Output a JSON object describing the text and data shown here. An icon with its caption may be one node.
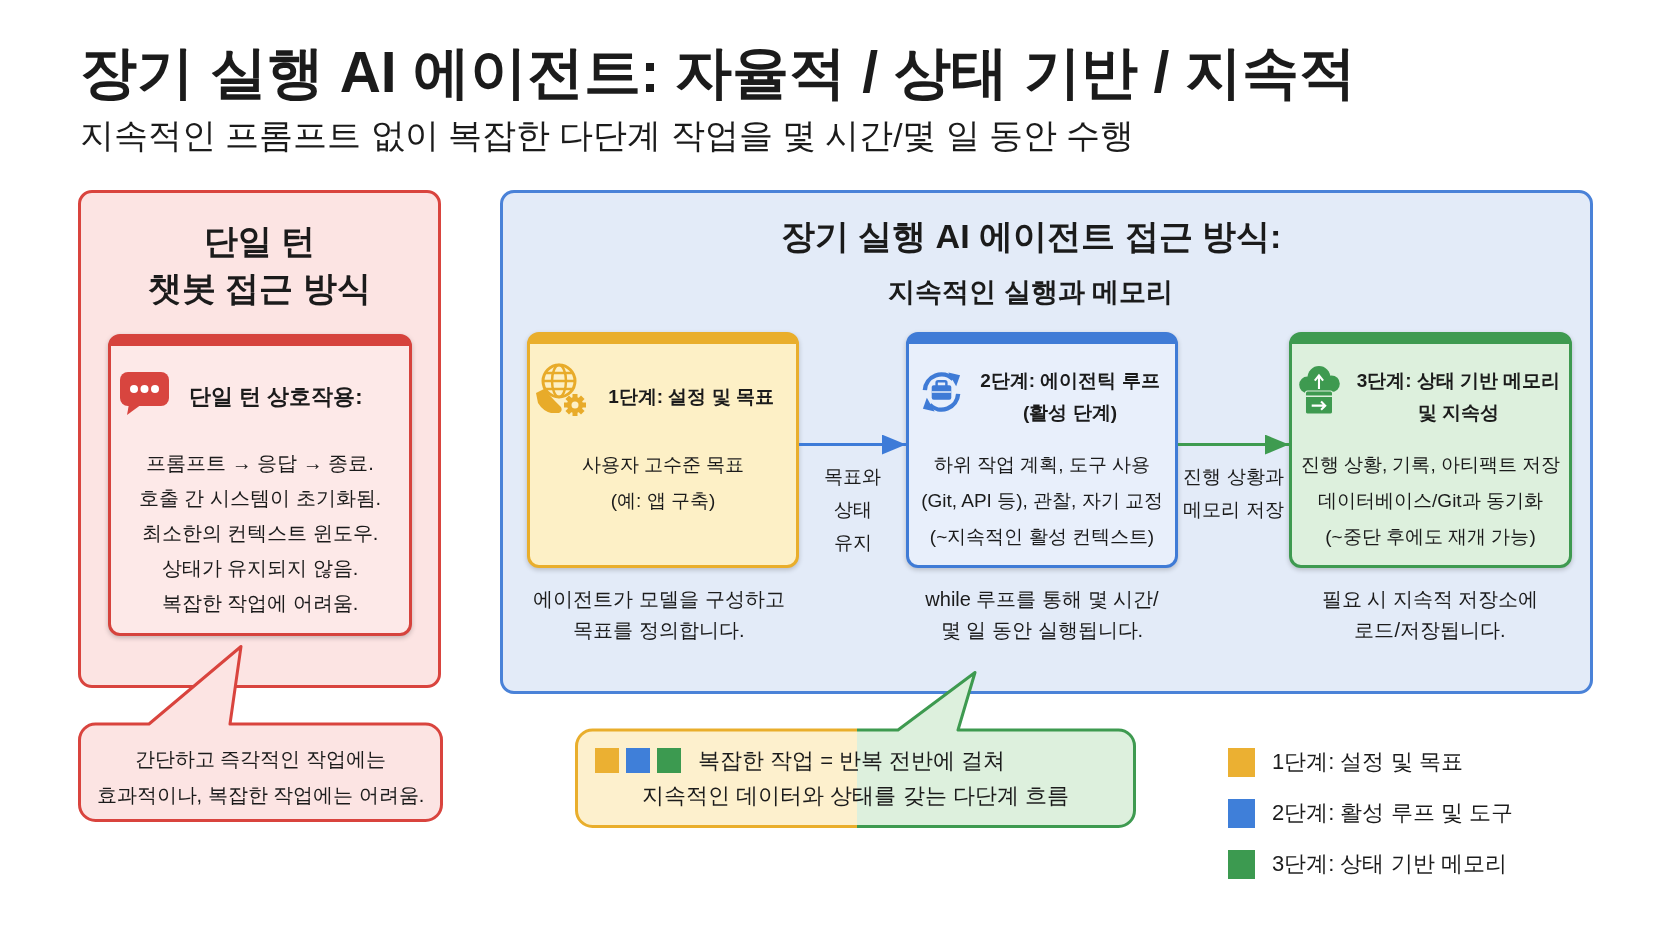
{
  "diagram": {
    "title": "장기 실행 AI 에이전트: 자율적 / 상태 기반 / 지속적",
    "nodes": [
      {
        "text": [
          "단일 턴",
          "챗봇 접근 방식"
        ]
      },
      {
        "text": [
          "단일 턴 상호작용:",
          "프롬프트 → 응답 → 종료.",
          "호출 간 시스템이 초기화됨.",
          "최소한의 컨텍스트 윈도우.",
          "상태가 유지되지 않음.",
          "복잡한 작업에 어려움."
        ],
        "in": 0
      },
      {
        "text": [
          "간단하고 즉각적인 작업에는 효과적이나, 복잡한 작업에는 어려움."
        ]
      },
      {
        "text": [
          "장기 실행 AI 에이전트 접근 방식:",
          "지속적인 실행과 메모리"
        ]
      },
      {
        "text": [
          "1단계: 설정 및 목표",
          "사용자 고수준 목표",
          "(예: 앱 구축)"
        ],
        "in": 3,
        "beside": [
          "에이전트가 모델을 구성하고 목표를 정의합니다."
        ]
      },
      {
        "text": [
          "2단계: 에이전틱 루프 (활성 단계)",
          "하위 작업 계획, 도구 사용",
          "(Git, API 등), 관찰, 자기 교정",
          "(~지속적인 활성 컨텍스트)"
        ],
        "in": 3,
        "beside": [
          "while 루프를 통해 몇 시간/ 몇 일 동안 실행됩니다."
        ]
      },
      {
        "text": [
          "3단계: 상태 기반 메모리 및 지속성",
          "진행 상황, 기록, 아티팩트 저장",
          "데이터베이스/Git과 동기화",
          "(~중단 후에도 재개 가능)"
        ],
        "in": 3,
        "beside": [
          "필요 시 지속적 저장소에 로드/저장됩니다."
        ]
      },
      {
        "text": [
          "복잡한 작업 = 반복 전반에 걸쳐",
          "지속적인 데이터와 상태를 갖는 다단계 흐름"
        ]
      }
    ],
    "edges": [
      {
        "from": 4,
        "to": 5,
        "arrow": "to",
        "label": "목표와 상태 유지",
        "color": "#3d7bd8"
      },
      {
        "from": 5,
        "to": 6,
        "arrow": "to",
        "label": "진행 상황과 메모리 저장",
        "color": "#3e9b50"
      }
    ],
    "labels": [
      "지속적인 프롬프트 없이 복잡한 다단계 작업을 몇 시간/몇 일 동안 수행"
    ],
    "legend": [
      {
        "text": "1단계: 설정 및 목표",
        "color": "#ebb032"
      },
      {
        "text": "2단계: 활성 루프 및 도구",
        "color": "#3f7fd9"
      },
      {
        "text": "3단계: 상태 기반 메모리",
        "color": "#3c9a50"
      }
    ]
  }
}
